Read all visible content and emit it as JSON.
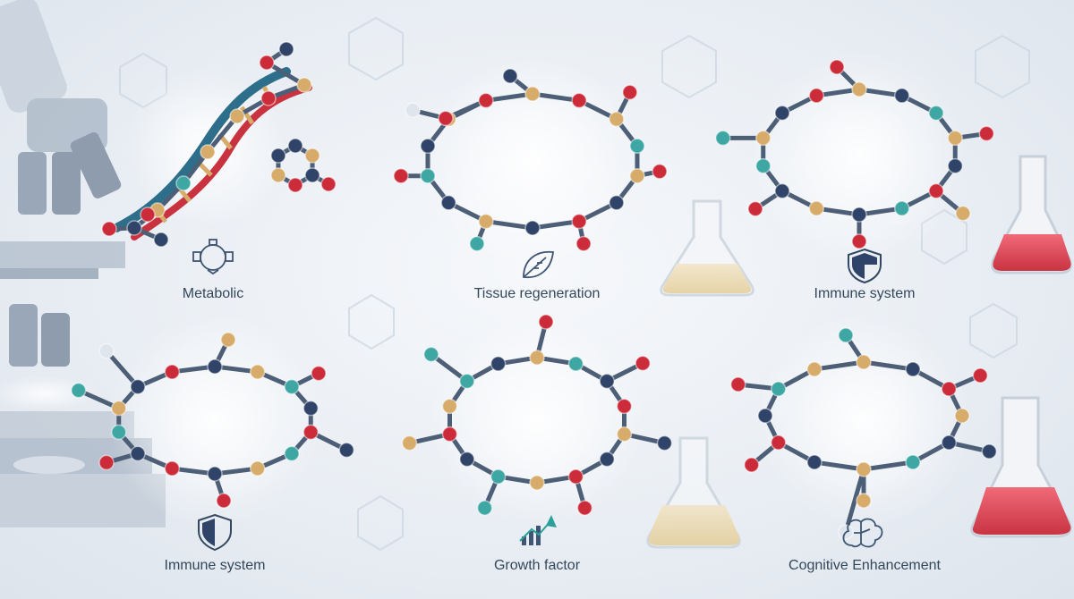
{
  "panels": [
    {
      "label": "Metabolic",
      "icon": "metabolic-cycle-icon"
    },
    {
      "label": "Tissue regeneration",
      "icon": "leaf-icon"
    },
    {
      "label": "Immune system",
      "icon": "shield-icon"
    },
    {
      "label": "Immune system",
      "icon": "shield-icon"
    },
    {
      "label": "Growth factor",
      "icon": "growth-chart-icon"
    },
    {
      "label": "Cognitive Enhancement",
      "icon": "brain-icon"
    }
  ],
  "colors": {
    "navy": "#2f4468",
    "red": "#cc2c3a",
    "gold": "#d7ac6a",
    "teal": "#3ea7a4",
    "bond": "#4d5e77"
  }
}
